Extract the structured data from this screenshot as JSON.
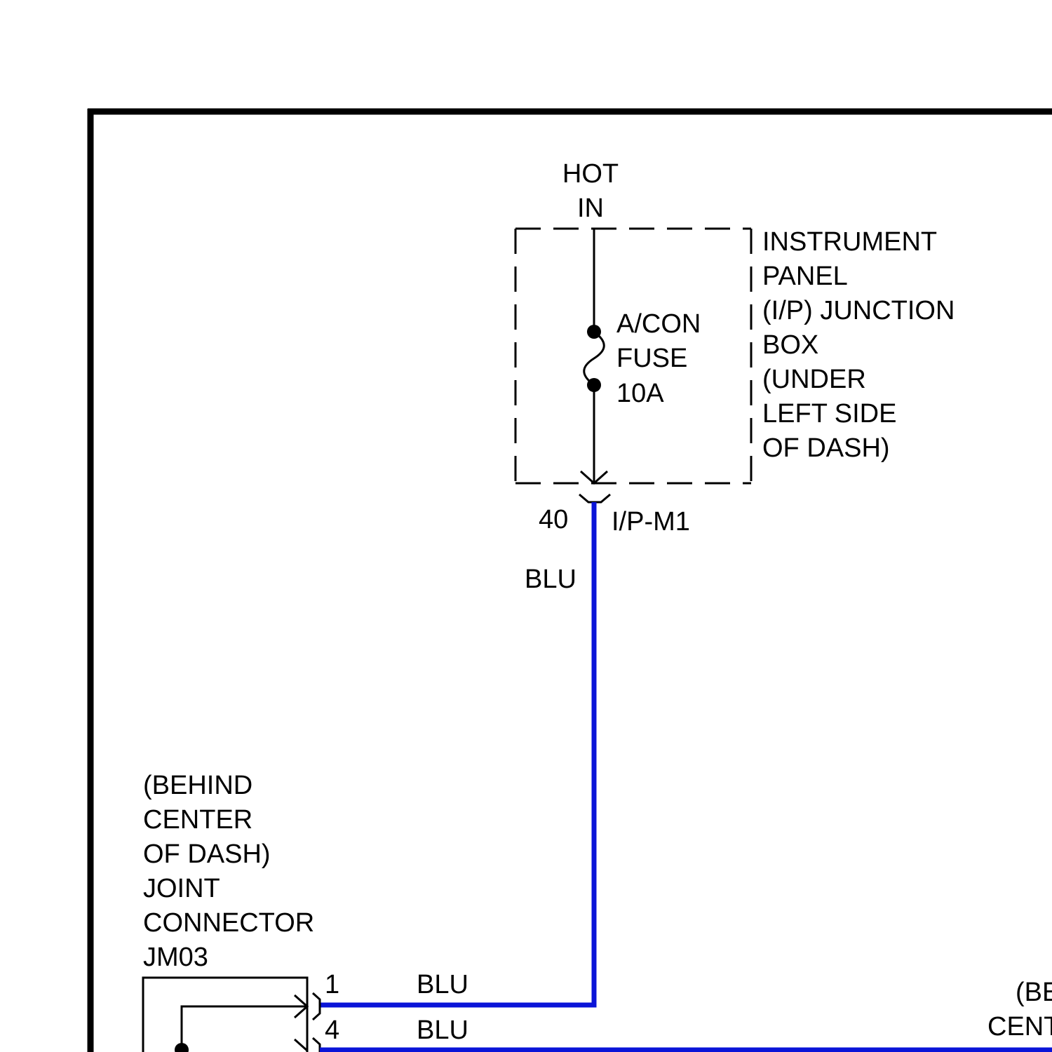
{
  "colors": {
    "frame": "#000000",
    "wire_blue": "#0a14d8",
    "text": "#000000",
    "background": "#ffffff"
  },
  "power_source": {
    "line1": "HOT",
    "line2": "IN"
  },
  "fuse": {
    "name": "A/CON",
    "type": "FUSE",
    "rating": "10A"
  },
  "junction_box": {
    "lines": [
      "INSTRUMENT",
      "PANEL",
      "(I/P) JUNCTION",
      "BOX",
      "(UNDER",
      "LEFT SIDE",
      "OF DASH)"
    ]
  },
  "connector_ip_m1": {
    "pin": "40",
    "name": "I/P-M1"
  },
  "wire_main": {
    "color_label": "BLU"
  },
  "joint_connector": {
    "lines": [
      "(BEHIND",
      "CENTER",
      "OF DASH)",
      "JOINT",
      "CONNECTOR",
      "JM03"
    ],
    "pins": [
      {
        "pin": "1",
        "wire_label": "BLU"
      },
      {
        "pin": "4",
        "wire_label": "BLU"
      }
    ]
  },
  "right_cut_label": {
    "line1": "(BE",
    "line2": "CENT"
  }
}
